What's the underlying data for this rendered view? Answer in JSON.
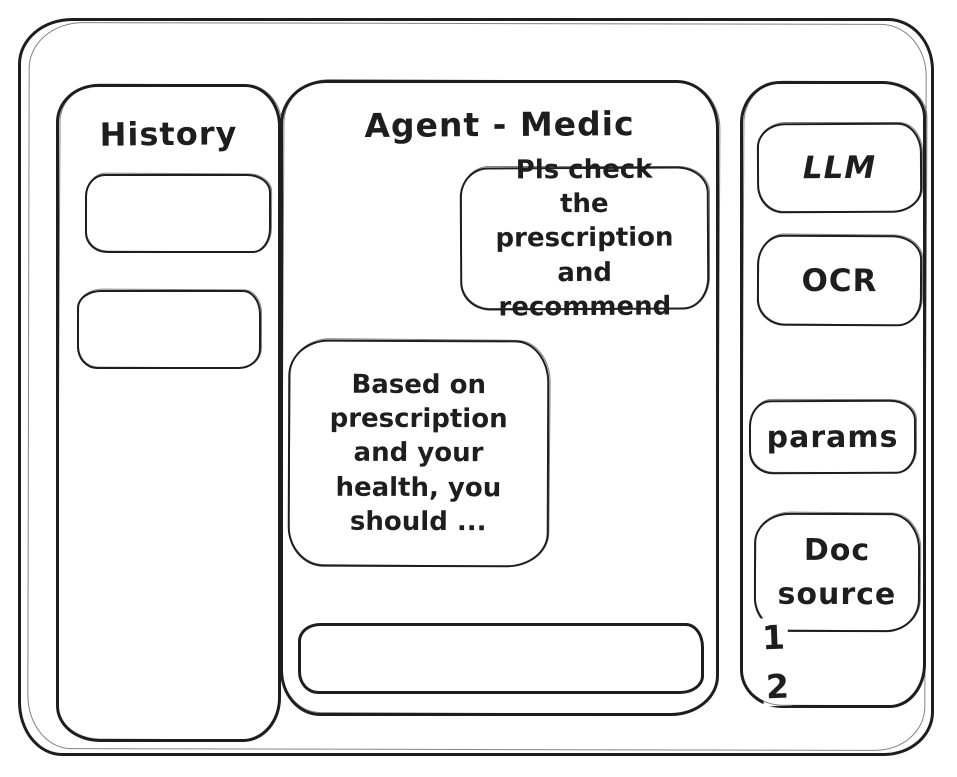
{
  "colors": {
    "ink": "#1e1e1e",
    "background": "#ffffff"
  },
  "history_panel": {
    "title": "History",
    "items": [
      {
        "label": ""
      },
      {
        "label": ""
      }
    ]
  },
  "chat_panel": {
    "title": "Agent - Medic",
    "messages": [
      {
        "role": "user",
        "text": "Pls check the prescription and recommend"
      },
      {
        "role": "assistant",
        "text": "Based on prescription and your health, you should ..."
      }
    ],
    "input": {
      "value": ""
    }
  },
  "tools_panel": {
    "buttons": [
      {
        "label": "LLM"
      },
      {
        "label": "OCR"
      },
      {
        "label": "params"
      },
      {
        "label": "Doc source"
      }
    ],
    "doc_source_list": [
      "1",
      "2"
    ]
  }
}
